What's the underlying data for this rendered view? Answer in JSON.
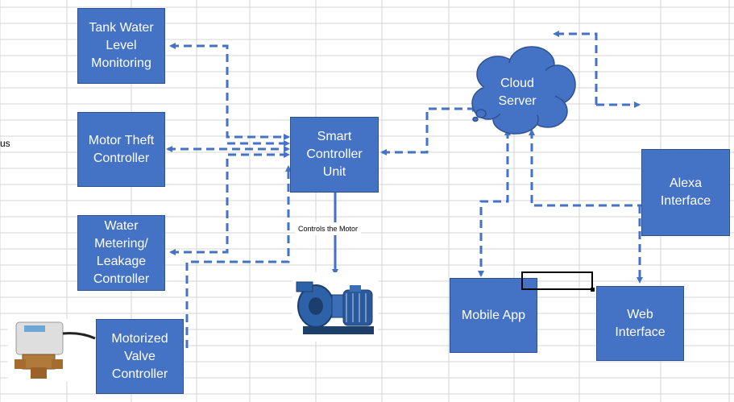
{
  "spreadsheet": {
    "partial_cell_text": "us"
  },
  "nodes": {
    "tank_water_level": "Tank Water\nLevel\nMonitoring",
    "motor_theft": "Motor Theft\nController",
    "water_metering": "Water\nMetering/\nLeakage\nController",
    "motorized_valve": "Motorized\nValve\nController",
    "smart_controller": "Smart\nController\nUnit",
    "cloud_server": "Cloud\nServer",
    "alexa_interface": "Alexa\nInterface",
    "mobile_app": "Mobile App",
    "web_interface": "Web\nInterface"
  },
  "labels": {
    "controls_motor": "Controls the Motor"
  },
  "colors": {
    "box_fill": "#4472c4",
    "box_border": "#2f528f",
    "arrow": "#4472c4",
    "gridline": "#d4d4d4"
  },
  "icons": {
    "pump": "water-pump-motor-image",
    "valve": "motorized-valve-image"
  }
}
